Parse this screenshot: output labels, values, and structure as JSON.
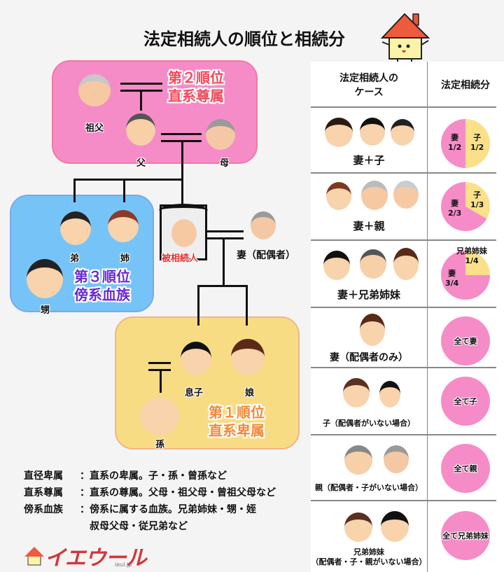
{
  "title": "法定相続人の順位と相続分",
  "tree": {
    "rank2": {
      "line1": "第２順位",
      "line2": "直系尊属",
      "color": "#ef4b5a",
      "bg": "#f58cc8"
    },
    "rank3": {
      "line1": "第３順位",
      "line2": "傍系血族",
      "color": "#6a2bd0",
      "bg": "#76c4f7"
    },
    "rank1": {
      "line1": "第１順位",
      "line2": "直系卑属",
      "color": "#f08a3c",
      "bg": "#f8dc84"
    },
    "people": {
      "grandfather": "祖父",
      "father": "父",
      "mother": "母",
      "younger_brother": "弟",
      "older_sister": "姉",
      "nephew": "甥",
      "deceased": "被相続人",
      "spouse": "妻（配偶者）",
      "son": "息子",
      "daughter": "娘",
      "grandchild": "孫"
    }
  },
  "legend": [
    {
      "term": "直径卑属",
      "sep": "：",
      "desc": "直系の卑属。子・孫・曾孫など"
    },
    {
      "term": "直系尊属",
      "sep": "：",
      "desc": "直系の尊属。父母・祖父母・曾祖父母など"
    },
    {
      "term": "傍系血族",
      "sep": "：",
      "desc": "傍系に属する血族。兄弟姉妹・甥・姪"
    },
    {
      "term": "",
      "sep": "",
      "desc": "叔母父母・従兄弟など"
    }
  ],
  "logo": {
    "text": "イエウール",
    "sub": "ieul.jp"
  },
  "table": {
    "headers": {
      "case_line1": "法定相続人の",
      "case_line2": "ケース",
      "share": "法定相続分"
    },
    "rows": [
      {
        "case": "妻＋子",
        "share_left_label": "妻",
        "share_left_value": "1/2",
        "share_right_label": "子",
        "share_right_value": "1/2"
      },
      {
        "case": "妻＋親",
        "share_left_label": "妻",
        "share_left_value": "2/3",
        "share_right_label": "子",
        "share_right_value": "1/3"
      },
      {
        "case": "妻＋兄弟姉妹",
        "share_left_label": "妻",
        "share_left_value": "3/4",
        "share_right_label": "兄弟姉妹",
        "share_right_value": "1/4"
      },
      {
        "case": "妻（配偶者のみ）",
        "share": "全て妻"
      },
      {
        "case": "子（配偶者がいない場合）",
        "share": "全て子"
      },
      {
        "case": "親（配偶者・子がいない場合）",
        "share": "全て親"
      },
      {
        "case_line1": "兄弟姉妹",
        "case_line2": "（配偶者・子・親がいない場合）",
        "share": "全て兄弟姉妹"
      }
    ],
    "colors": {
      "spouse": "#f58cc8",
      "other": "#fbe08a"
    }
  }
}
